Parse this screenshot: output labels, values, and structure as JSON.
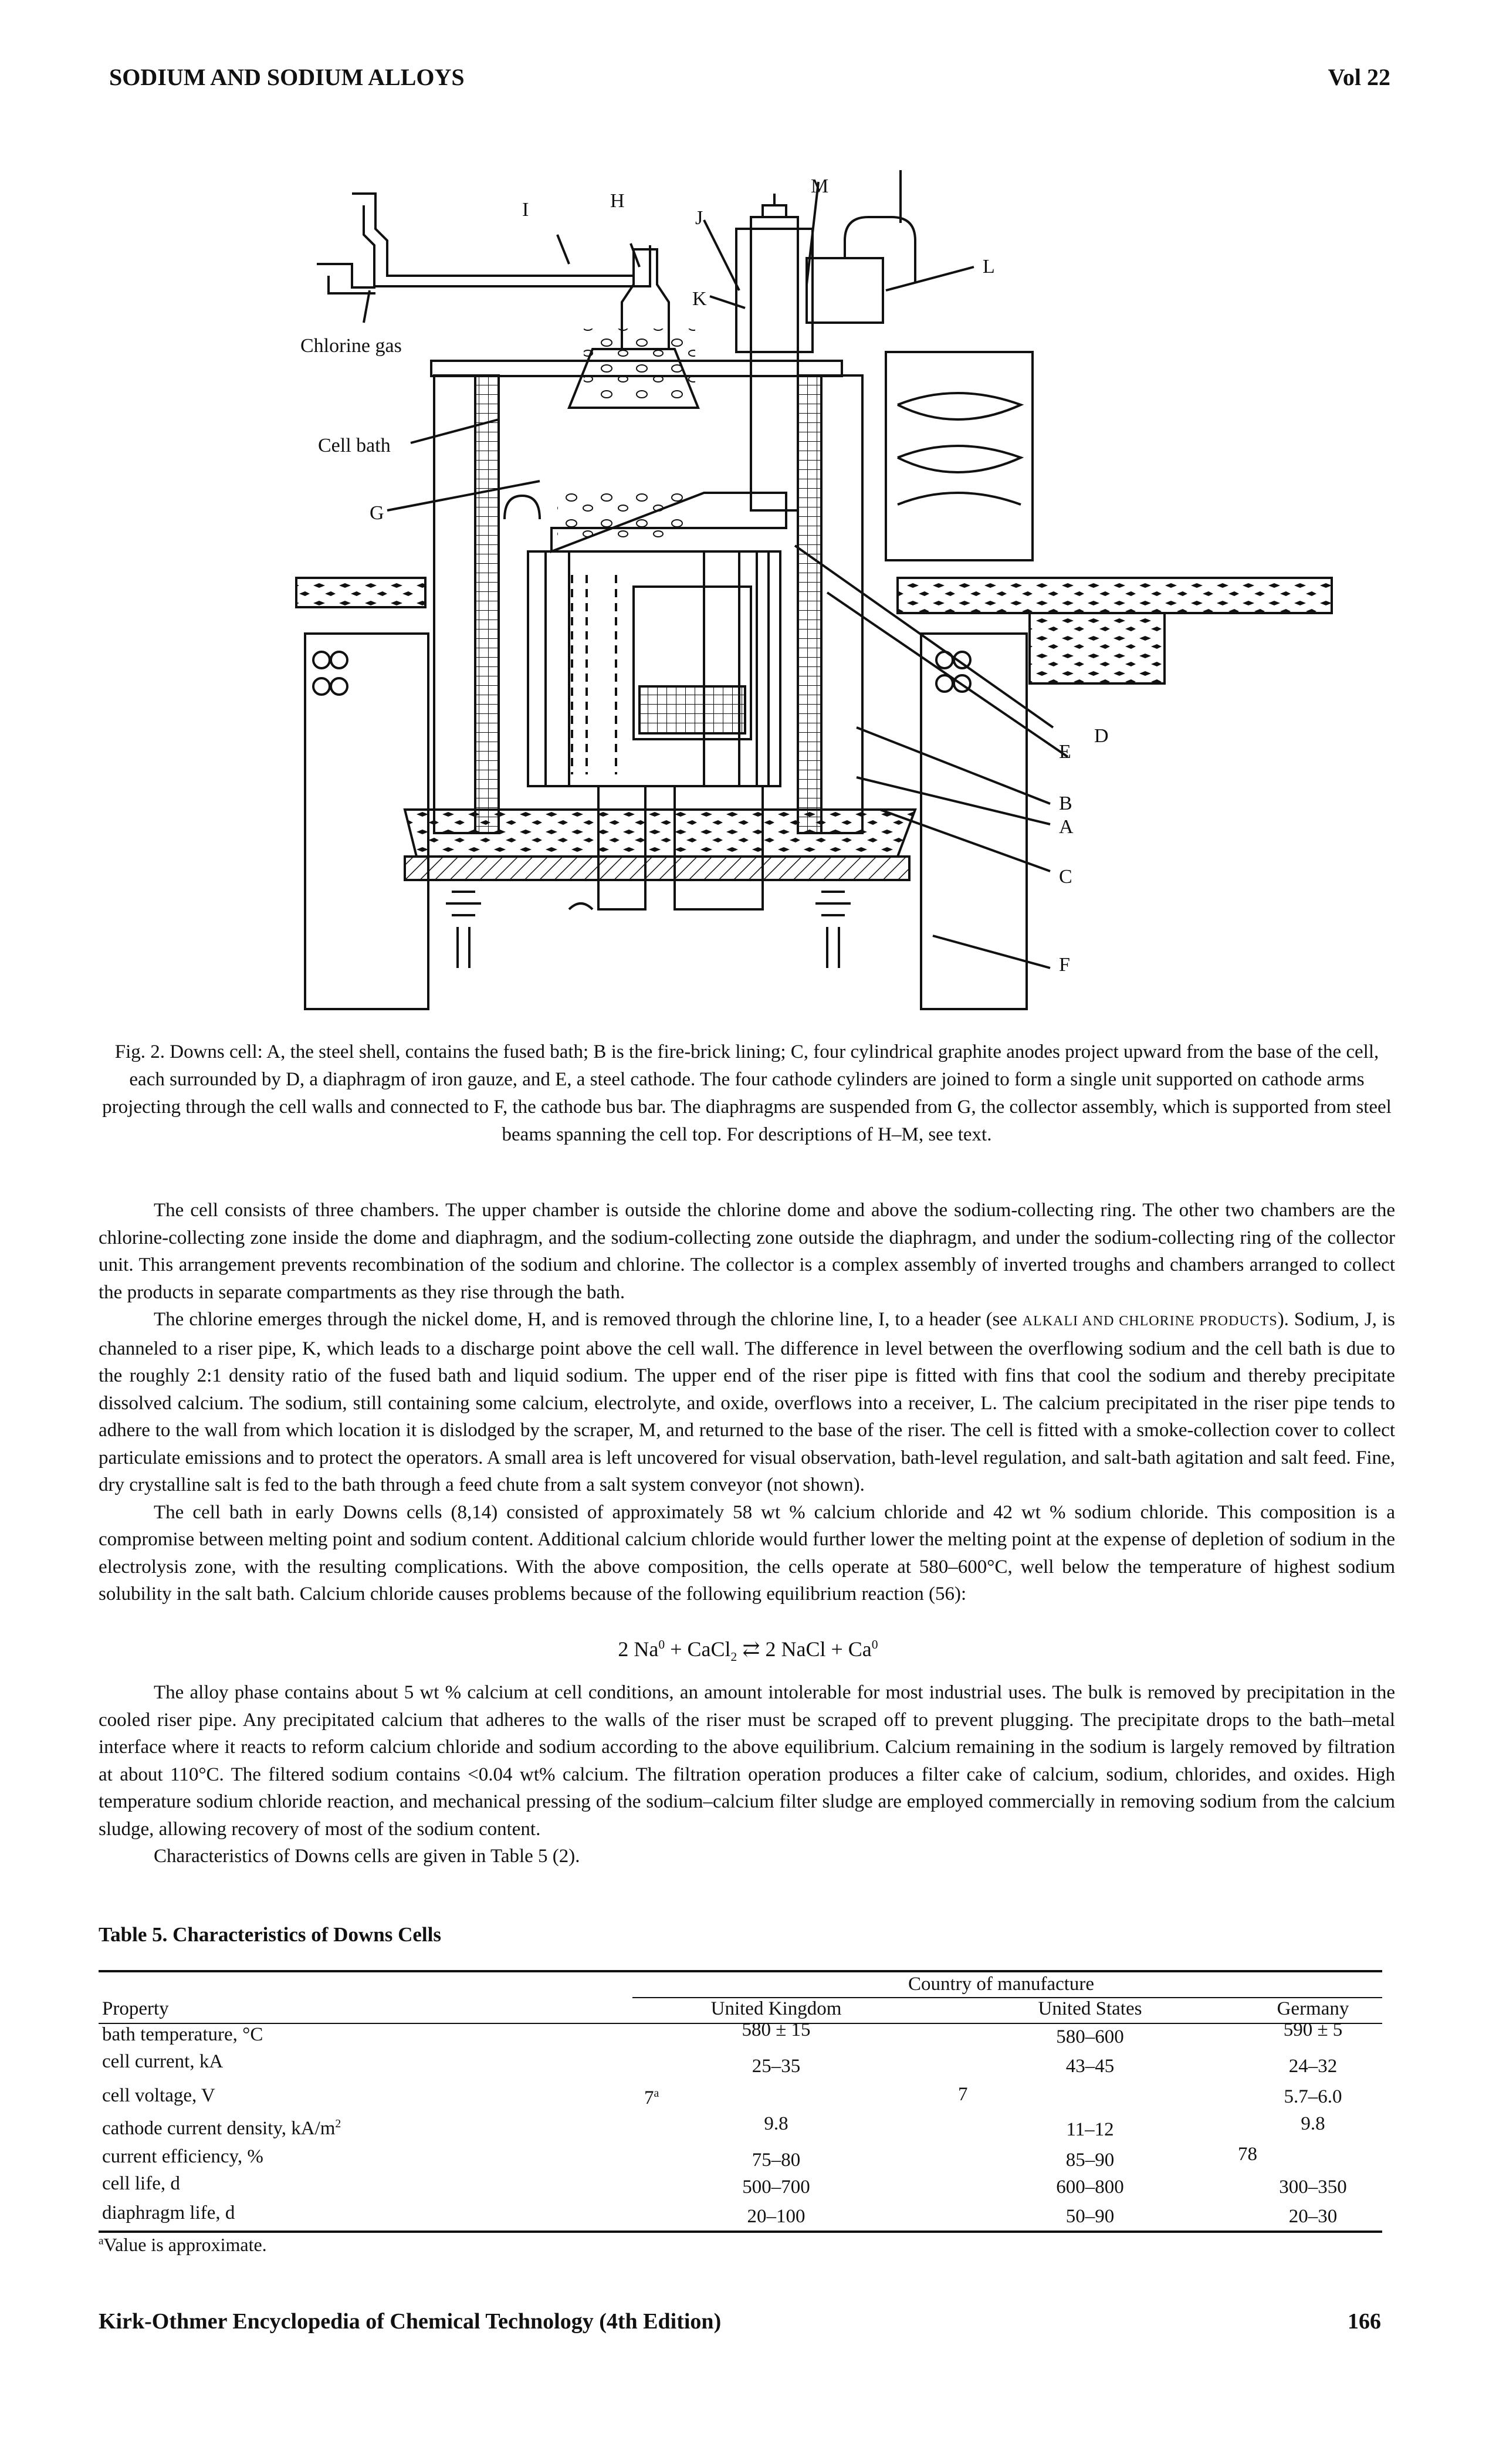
{
  "running_header": {
    "title": "SODIUM AND SODIUM ALLOYS",
    "volume": "Vol 22"
  },
  "figure": {
    "labels": {
      "I": "I",
      "H": "H",
      "J": "J",
      "M": "M",
      "K": "K",
      "L": "L",
      "chlorine_gas": "Chlorine gas",
      "cell_bath": "Cell bath",
      "G": "G",
      "E": "E",
      "D": "D",
      "B": "B",
      "A": "A",
      "C": "C",
      "F": "F"
    }
  },
  "caption": "Fig. 2. Downs cell: A, the steel shell, contains the fused bath; B is the fire-brick lining; C, four cylindrical graphite anodes project upward from the base of the cell, each surrounded by D, a diaphragm of iron gauze, and E, a steel cathode. The four cathode cylinders are joined to form a single unit supported on cathode arms projecting through the cell walls and connected to F, the cathode bus bar. The diaphragms are suspended from G, the collector assembly, which is supported from steel beams spanning the cell top. For descriptions of H–M, see text.",
  "body": {
    "p1": "The cell consists of three chambers. The upper chamber is outside the chlorine dome and above the sodium-collecting ring. The other two chambers are the chlorine-collecting zone inside the dome and diaphragm, and the sodium-collecting zone outside the diaphragm, and under the sodium-collecting ring of the collector unit. This arrangement prevents recombination of the sodium and chlorine. The collector is a complex assembly of inverted troughs and chambers arranged to collect the products in separate compartments as they rise through the bath.",
    "p2_before": "The chlorine emerges through the nickel dome, H, and is removed through the chlorine line, I, to a header (see ",
    "p2_ref": "ALKALI AND CHLORINE PRODUCTS",
    "p2_after": "). Sodium, J, is channeled to a riser pipe, K, which leads to a discharge point above the cell wall. The difference in level between the overflowing sodium and the cell bath is due to the roughly 2:1 density ratio of the fused bath and liquid sodium. The upper end of the riser pipe is fitted with fins that cool the sodium and thereby precipitate dissolved calcium. The sodium, still containing some calcium, electrolyte, and oxide, overflows into a receiver, L. The calcium precipitated in the riser pipe tends to adhere to the wall from which location it is dislodged by the scraper, M, and returned to the base of the riser. The cell is fitted with a smoke-collection cover to collect particulate emissions and to protect the operators. A small area is left uncovered for visual observation, bath-level regulation, and salt-bath agitation and salt feed. Fine, dry crystalline salt is fed to the bath through a feed chute from a salt system conveyor (not shown).",
    "p3": "The cell bath in early Downs cells (8,14) consisted of approximately 58 wt % calcium chloride and 42 wt % sodium chloride. This composition is a compromise between melting point and sodium content. Additional calcium chloride would further lower the melting point at the expense of depletion of sodium in the electrolysis zone, with the resulting complications. With the above composition, the cells operate at 580–600°C, well below the temperature of highest sodium solubility in the salt bath. Calcium chloride causes problems because of the following equilibrium reaction (56):",
    "p4": "The alloy phase contains about 5 wt % calcium at cell conditions, an amount intolerable for most industrial uses. The bulk is removed by precipitation in the cooled riser pipe. Any precipitated calcium that adheres to the walls of the riser must be scraped off to prevent plugging. The precipitate drops to the bath–metal interface where it reacts to reform calcium chloride and sodium according to the above equilibrium. Calcium remaining in the sodium is largely removed by filtration at about 110°C. The filtered sodium contains <0.04 wt% calcium. The filtration operation produces a filter cake of calcium, sodium, chlorides, and oxides. High temperature sodium chloride reaction, and mechanical pressing of the sodium–calcium filter sludge are employed commercially in removing sodium from the calcium sludge, allowing recovery of most of the sodium content.",
    "p5": "Characteristics of Downs cells are given in Table 5 (2)."
  },
  "equation": {
    "na": "2 Na",
    "zero": "0",
    "plus1": " + CaCl",
    "two": "2",
    "arrow": " ⇄ ",
    "rhs": "2 NaCl + Ca",
    "zero2": "0"
  },
  "table5": {
    "title": "Table 5. Characteristics of Downs Cells",
    "spanner": "Country of manufacture",
    "headers": {
      "property": "Property",
      "uk": "United Kingdom",
      "us": "United States",
      "de": "Germany"
    },
    "rows": [
      {
        "property": "bath temperature, °C",
        "uk": "580 ± 15",
        "us": "580–600",
        "de": "590 ± 5"
      },
      {
        "property": "cell current, kA",
        "uk": "25–35",
        "us": "43–45",
        "de": "24–32"
      },
      {
        "property": "cell voltage, V",
        "uk": "7",
        "uk_note": "a",
        "us": "7",
        "de": "5.7–6.0"
      },
      {
        "property": "cathode current density, kA/m",
        "property_sup": "2",
        "uk": "9.8",
        "us": "11–12",
        "de": "9.8"
      },
      {
        "property": "current efficiency, %",
        "uk": "75–80",
        "us": "85–90",
        "de": "78"
      },
      {
        "property": "cell life, d",
        "uk": "500–700",
        "us": "600–800",
        "de": "300–350"
      },
      {
        "property": "diaphragm life, d",
        "uk": "20–100",
        "us": "50–90",
        "de": "20–30"
      }
    ],
    "footnote_mark": "a",
    "footnote": "Value is approximate."
  },
  "footer": {
    "title": "Kirk-Othmer Encyclopedia of Chemical Technology (4th Edition)",
    "page": "166"
  }
}
